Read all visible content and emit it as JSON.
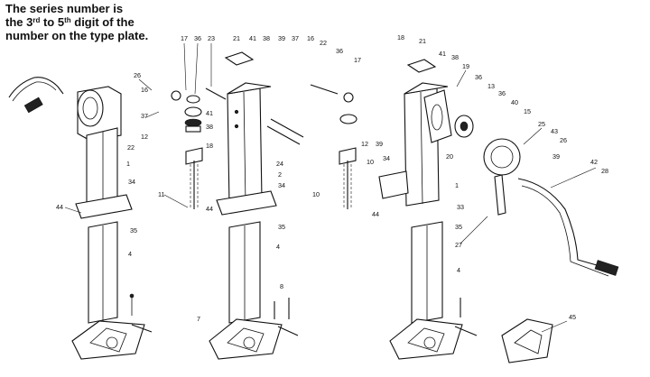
{
  "note": {
    "line1": "The series number is",
    "line2_pre": "the 3",
    "line2_sup1": "rd",
    "line2_mid": " to 5",
    "line2_sup2": "th",
    "line2_post": " digit of the",
    "line3": "number on the type plate."
  },
  "callouts": {
    "left_jack": [
      "26",
      "16",
      "37",
      "12",
      "22",
      "1",
      "34",
      "44",
      "35",
      "4"
    ],
    "middle_jack": [
      "17",
      "36",
      "23",
      "21",
      "41",
      "38",
      "39",
      "37",
      "16",
      "41",
      "38",
      "18",
      "11",
      "24",
      "2",
      "34",
      "44",
      "35",
      "4",
      "8",
      "7",
      "22",
      "36",
      "17",
      "12",
      "39",
      "10",
      "34",
      "10",
      "44"
    ],
    "right_jack": [
      "18",
      "21",
      "41",
      "38",
      "19",
      "36",
      "13",
      "36",
      "40",
      "15",
      "25",
      "43",
      "26",
      "20",
      "39",
      "42",
      "28",
      "33",
      "35",
      "27",
      "4",
      "45",
      "1"
    ]
  },
  "colors": {
    "line": "#111111",
    "background": "#ffffff",
    "text": "#111111"
  }
}
